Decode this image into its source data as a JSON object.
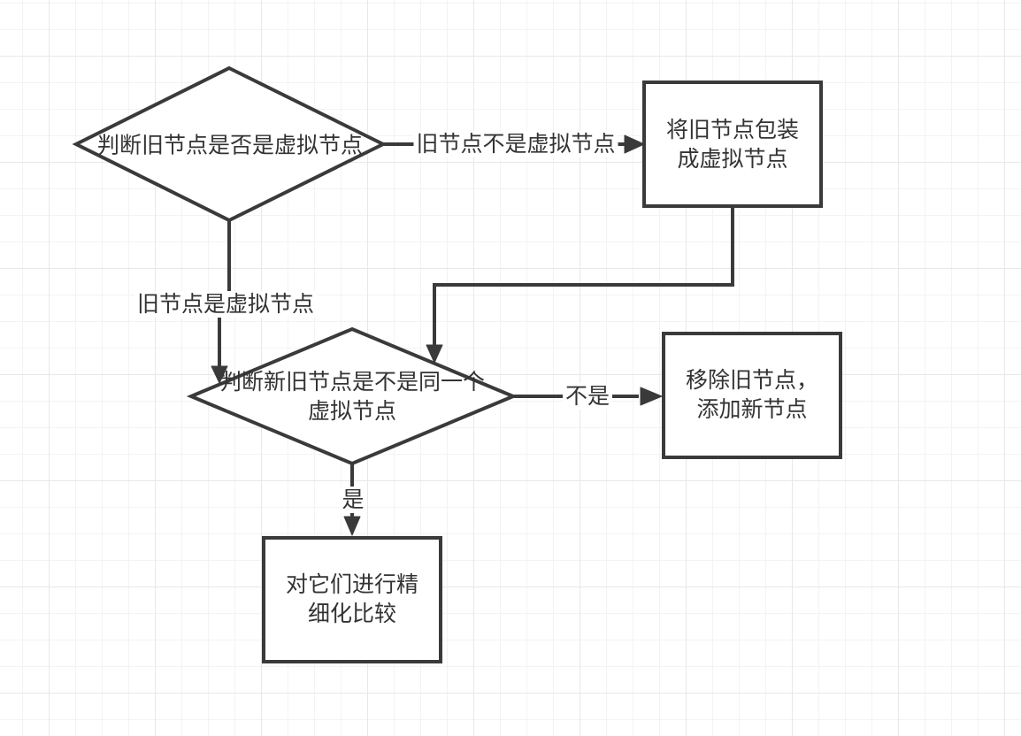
{
  "canvas": {
    "background": "#ffffff",
    "grid_minor_color": "#f3f3f3",
    "grid_major_color": "#e8e8e8",
    "stroke_color": "#3a3a3a",
    "text_color": "#333333"
  },
  "nodes": {
    "check_old_vnode": {
      "label": "判断旧节点是否是虚拟节点"
    },
    "wrap_old_node": {
      "line1": "将旧节点包装",
      "line2": "成虚拟节点"
    },
    "check_same_vnode": {
      "line1": "判断新旧节点是不是同一个",
      "line2": "虚拟节点"
    },
    "remove_add_node": {
      "line1": "移除旧节点，",
      "line2": "添加新节点"
    },
    "fine_compare": {
      "line1": "对它们进行精",
      "line2": "细化比较"
    }
  },
  "edges": {
    "old_not_vnode": {
      "label": "旧节点不是虚拟节点"
    },
    "old_is_vnode": {
      "label": "旧节点是虚拟节点"
    },
    "not_same": {
      "label": "不是"
    },
    "same": {
      "label": "是"
    }
  }
}
